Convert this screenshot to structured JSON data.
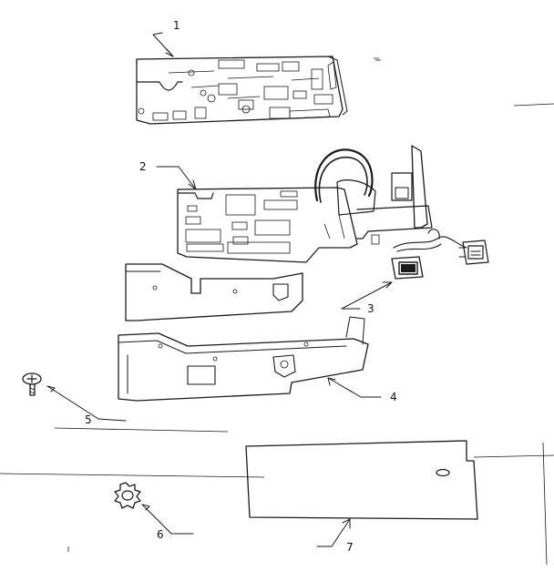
{
  "diagram": {
    "callouts": [
      {
        "id": "1",
        "label": "1"
      },
      {
        "id": "2",
        "label": "2"
      },
      {
        "id": "3",
        "label": "3"
      },
      {
        "id": "4",
        "label": "4"
      },
      {
        "id": "5",
        "label": "5"
      },
      {
        "id": "6",
        "label": "6"
      },
      {
        "id": "7",
        "label": "7"
      }
    ],
    "ink_color": "#1a1a1a",
    "background_color": "#ffffff"
  }
}
